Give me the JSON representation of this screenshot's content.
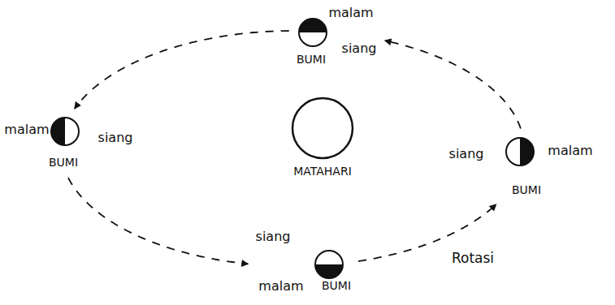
{
  "diagram": {
    "nodes": [
      {
        "text": [
          "malam",
          "siang",
          "BUMI"
        ]
      },
      {
        "text": [
          "malam",
          "siang",
          "BUMI"
        ]
      },
      {
        "text": [
          "MATAHARI"
        ]
      },
      {
        "text": [
          "siang",
          "malam",
          "BUMI"
        ]
      },
      {
        "text": [
          "siang",
          "malam",
          "BUMI"
        ]
      }
    ],
    "edges": [
      {
        "from": 0,
        "to": 1,
        "arrow": "to"
      },
      {
        "from": 1,
        "to": 4,
        "arrow": "to"
      },
      {
        "from": 4,
        "to": 3,
        "arrow": "to"
      },
      {
        "from": 3,
        "to": 0,
        "arrow": "to"
      }
    ],
    "labels": [
      "Rotasi"
    ]
  }
}
